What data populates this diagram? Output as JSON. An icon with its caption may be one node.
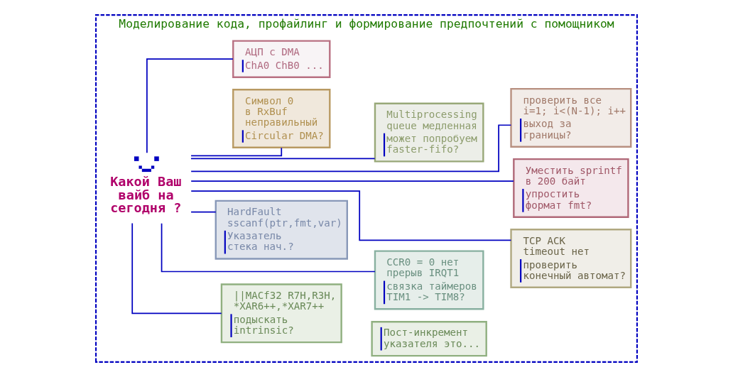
{
  "diagram": {
    "nodes": [
      {
        "text": [
          "Моделирование кода, профайлинг и формирование предпочтений с помощником"
        ]
      },
      {
        "text": [],
        "shape": "picture",
        "beside": [
          "Какой Ваш вайб на сегодня ?"
        ],
        "in": 0
      },
      {
        "text": [
          "АЦП с DMA",
          "ChA0 ChB0 ..."
        ],
        "in": 0
      },
      {
        "text": [
          "Символ 0 в RxBuf неправильный",
          "Circular DMA?"
        ],
        "in": 0
      },
      {
        "text": [
          "Multiprocessing queue медленная",
          "может попробуем faster-fifo?"
        ],
        "in": 0
      },
      {
        "text": [
          "проверить все i=1; i<(N-1); i++",
          "выход за границы?"
        ],
        "in": 0
      },
      {
        "text": [
          "Уместить sprintf в 200 байт",
          "упростить формат fmt?"
        ],
        "in": 0
      },
      {
        "text": [
          "CCR0 = 0 нет прерыв IRQT1",
          "связка таймеров TIM1 -> TIM8?"
        ],
        "in": 0
      },
      {
        "text": [
          "HardFault sscanf(ptr,fmt,var)",
          "Указатель стека нач.?"
        ],
        "in": 0
      },
      {
        "text": [
          "TCP ACK timeout нет",
          "проверить конечный автомат?"
        ],
        "in": 0
      },
      {
        "text": [
          "||MACf32 R7H,R3H, *XAR6++,*XAR7++",
          "подыскать intrinsic?"
        ],
        "in": 0
      },
      {
        "text": [
          "Пост-инкремент указателя это..."
        ],
        "in": 0
      }
    ],
    "edges": [
      {
        "from": 1,
        "to": 2,
        "arrow": "none"
      },
      {
        "from": 1,
        "to": 3,
        "arrow": "none"
      },
      {
        "from": 1,
        "to": 4,
        "arrow": "none"
      },
      {
        "from": 1,
        "to": 5,
        "arrow": "none"
      },
      {
        "from": 1,
        "to": 6,
        "arrow": "none"
      },
      {
        "from": 1,
        "to": 7,
        "arrow": "none"
      },
      {
        "from": 1,
        "to": 8,
        "arrow": "none"
      },
      {
        "from": 1,
        "to": 9,
        "arrow": "none"
      },
      {
        "from": 1,
        "to": 10,
        "arrow": "none"
      }
    ]
  }
}
